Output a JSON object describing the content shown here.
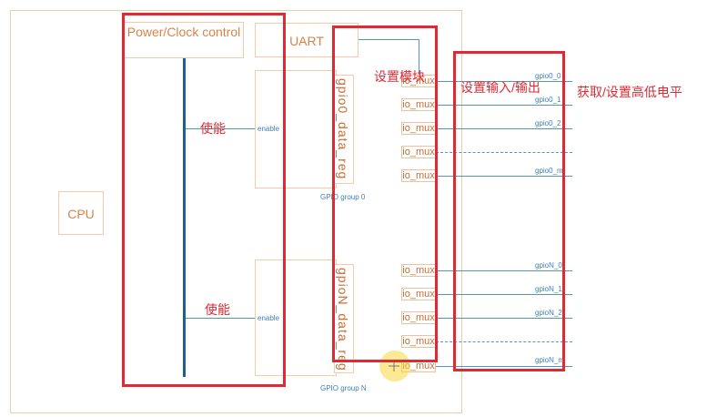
{
  "blocks": {
    "power_clock": "Power/Clock control",
    "uart": "UART",
    "cpu": "CPU"
  },
  "annotations": {
    "enable_cn_top": "使能",
    "enable_cn_bottom": "使能",
    "set_module": "设置模块",
    "set_io": "设置输入/输出",
    "get_set_level": "获取/设置高低电平"
  },
  "enable_label": "enable",
  "data_reg_0": "gpio0_data_reg",
  "data_reg_n": "gpioN_data_reg",
  "mux_label": "io_mux",
  "group0_label": "GPIO group 0",
  "groupN_label": "GPIO group N",
  "pins_group0": [
    "gpio0_0",
    "gpio0_1",
    "gpio0_2",
    "gpio0_m"
  ],
  "pins_groupN": [
    "gpioN_0",
    "gpioN_1",
    "gpioN_2",
    "gpioN_m"
  ],
  "colors": {
    "red": "#e02a33",
    "blue": "#1f5f8f",
    "orange": "#d9834a"
  }
}
